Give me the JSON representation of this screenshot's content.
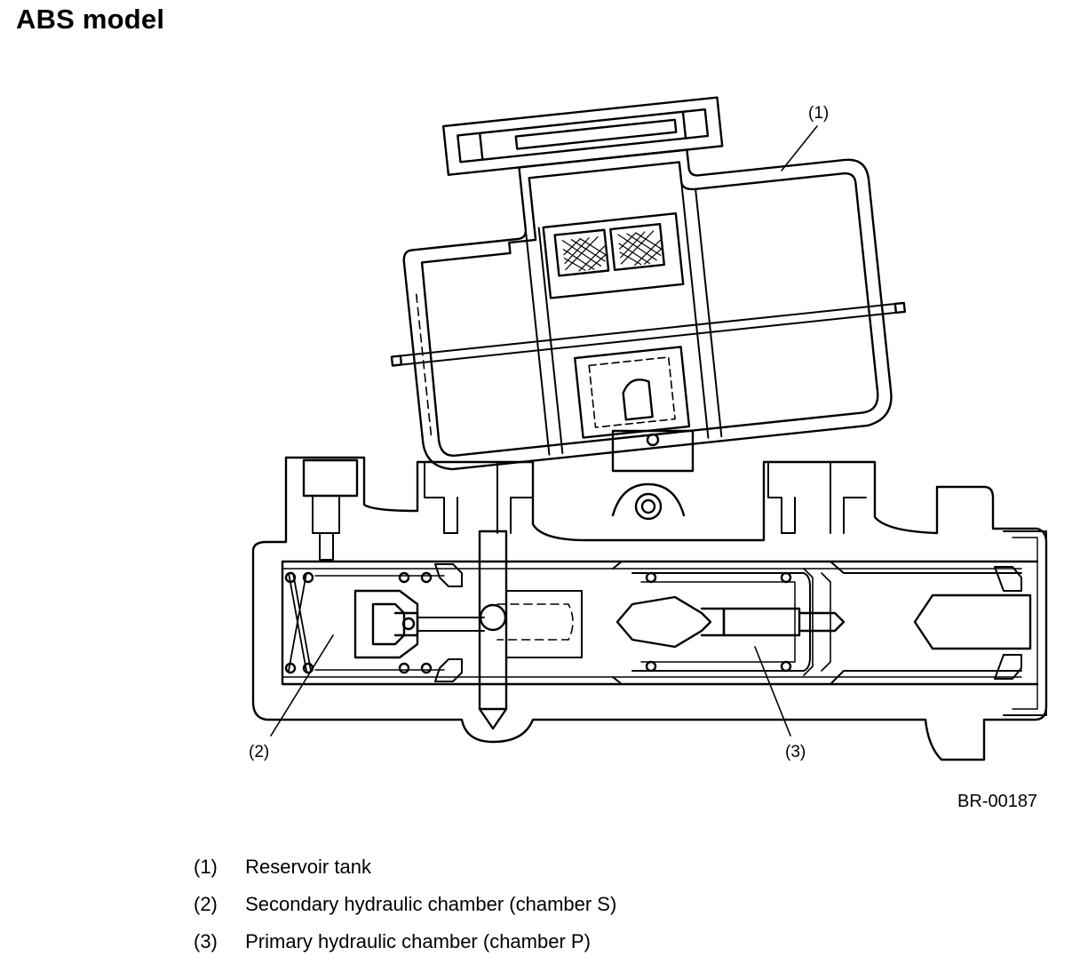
{
  "title": "ABS model",
  "figure_code": "BR-00187",
  "callouts": [
    {
      "label": "(1)"
    },
    {
      "label": "(2)"
    },
    {
      "label": "(3)"
    }
  ],
  "legend": [
    {
      "num": "(1)",
      "text": "Reservoir tank"
    },
    {
      "num": "(2)",
      "text": "Secondary hydraulic chamber (chamber S)"
    },
    {
      "num": "(3)",
      "text": "Primary hydraulic chamber (chamber P)"
    }
  ]
}
